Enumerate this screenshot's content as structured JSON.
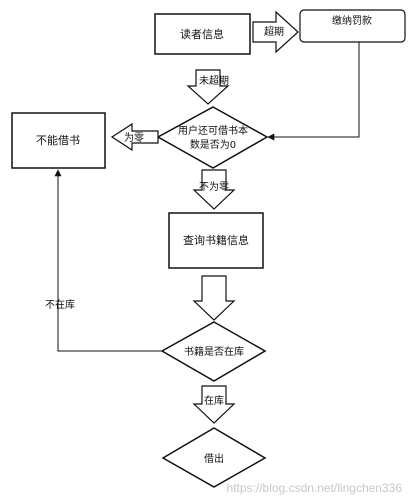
{
  "nodes": {
    "reader_info": "读者信息",
    "pay_fine": "缴纳罚款",
    "check_quota": [
      "用户还可借书本",
      "数是否为0"
    ],
    "cannot_borrow": "不能借书",
    "query_book": "查询书籍信息",
    "book_in_stock": "书籍是否在库",
    "borrow": "借出"
  },
  "edges": {
    "overdue": "超期",
    "not_overdue": "未超期",
    "is_zero": "为零",
    "not_zero": "不为零",
    "not_in_stock": "不在库",
    "in_stock": "在库"
  },
  "watermark": "https://blog.csdn.net/lingchen336"
}
